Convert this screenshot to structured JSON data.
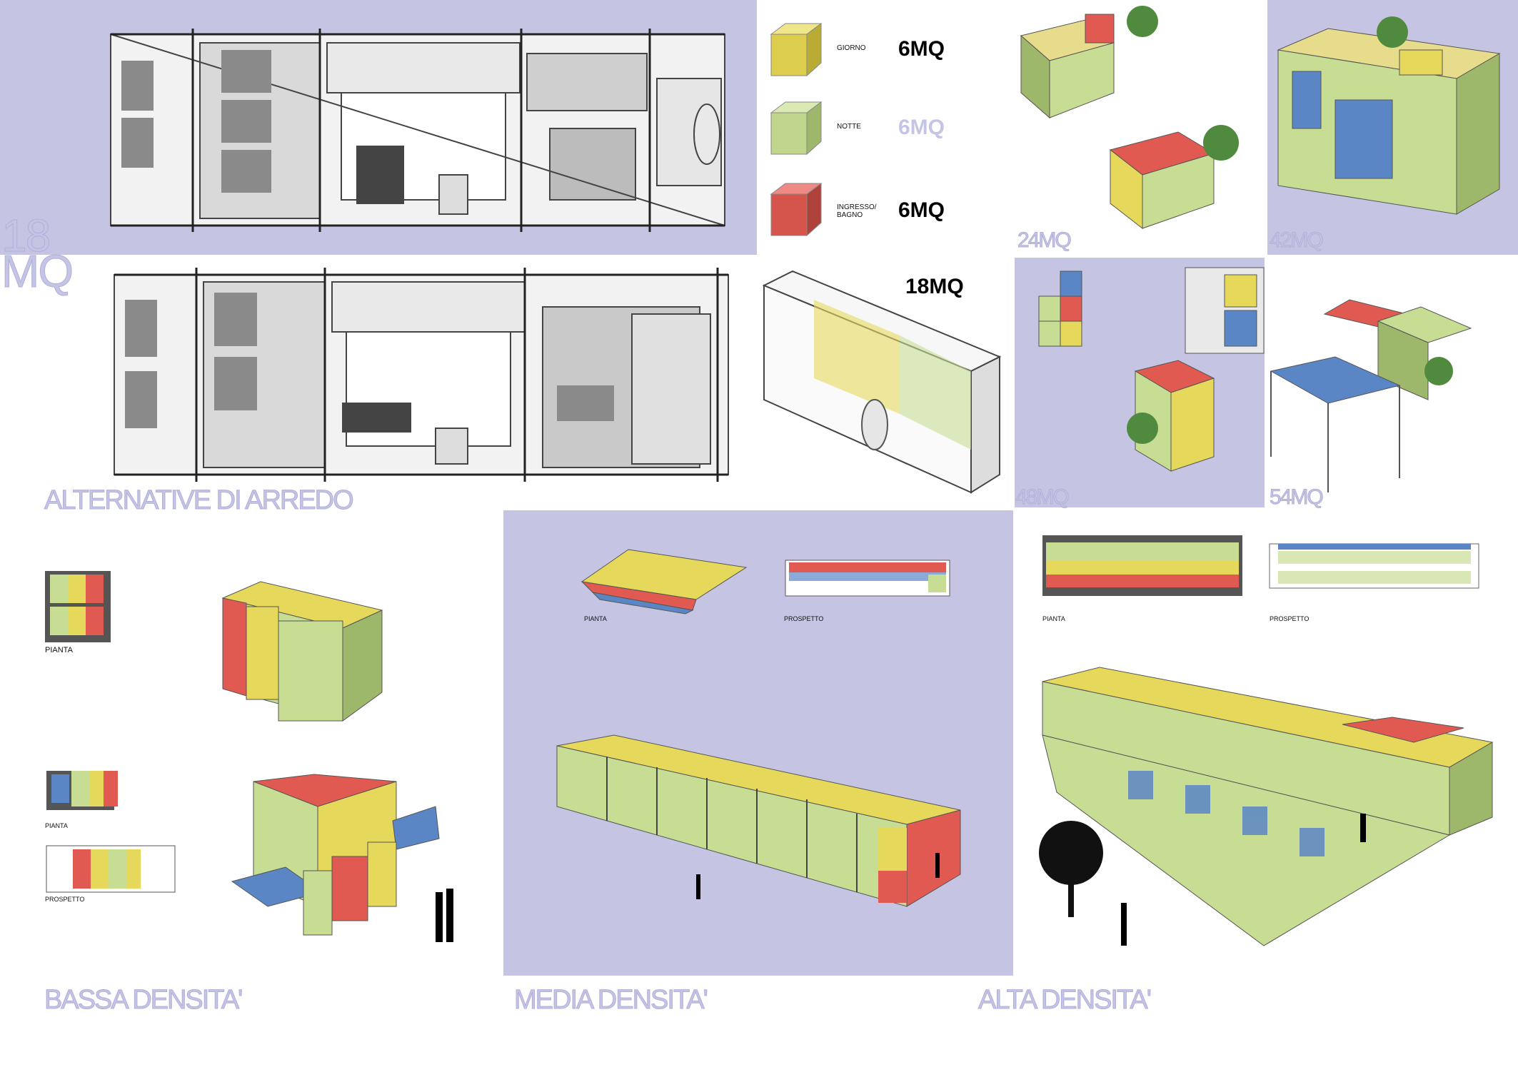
{
  "colors": {
    "panel": "#c5c5e3",
    "label": "#c4c4e6",
    "giorno": "#e6d856",
    "notte": "#c7dd93",
    "ingresso": "#e05a52",
    "blue": "#5a86c6"
  },
  "main_title": {
    "number": "18",
    "unit": "MQ"
  },
  "section_labels": {
    "arredo": "ALTERNATIVE DI ARREDO",
    "bassa": "BASSA DENSITA'",
    "media": "MEDIA DENSITA'",
    "alta": "ALTA DENSITA'"
  },
  "legend": [
    {
      "label": "GIORNO",
      "area": "6MQ",
      "color": "giorno"
    },
    {
      "label": "NOTTE",
      "area": "6MQ",
      "color": "notte"
    },
    {
      "label": "INGRESSO/\nBAGNO",
      "area": "6MQ",
      "color": "ingresso"
    }
  ],
  "iso_label": "18MQ",
  "size_labels": [
    "24MQ",
    "42MQ",
    "48MQ",
    "54MQ"
  ],
  "drawing_labels": {
    "pianta": "PIANTA",
    "prospetto": "PROSPETTO"
  }
}
